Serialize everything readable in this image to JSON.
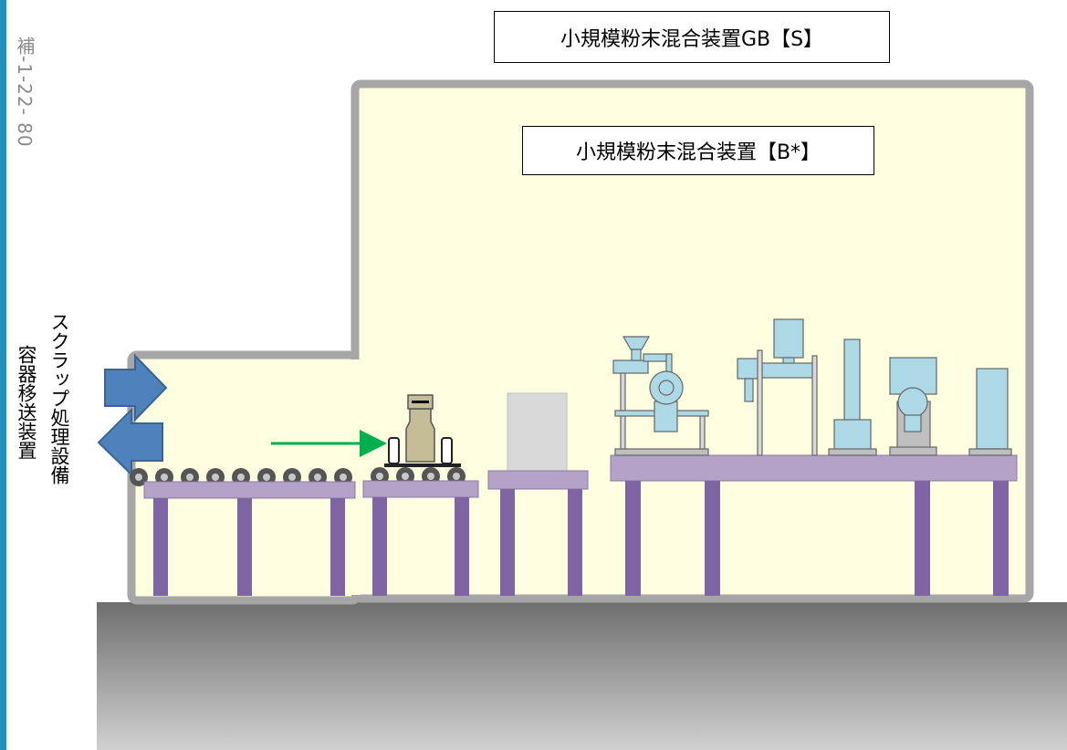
{
  "page": {
    "page_number": "補-1-22- 80"
  },
  "labels": {
    "outer_enclosure": "小規模粉末混合装置GB【S】",
    "inner_device": "小規模粉末混合装置【B*】",
    "scrap_line_1": "スクラップ処理設備",
    "scrap_line_2": "容器移送装置"
  },
  "colors": {
    "enclosure_fill": "#fdfde0",
    "enclosure_wall": "#a6a6a6",
    "floor_top": "#6f6f6f",
    "floor_bottom": "#d0d0d0",
    "table_top": "#b4a2c8",
    "table_leg": "#7f64a4",
    "equipment": "#add9e6",
    "arrow_blue": "#4f81bd",
    "arrow_green": "#00b050",
    "accent_bar": "#1f8fbf"
  }
}
